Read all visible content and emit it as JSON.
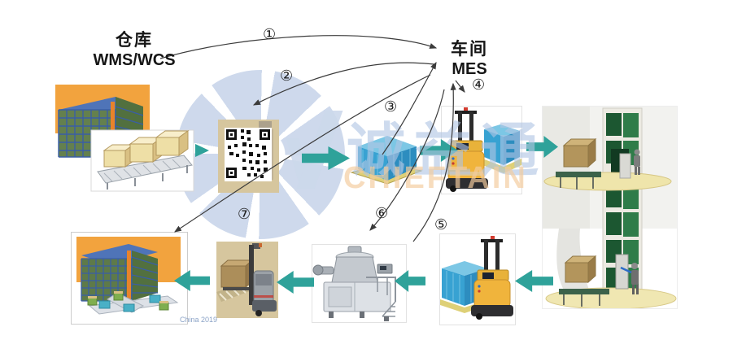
{
  "header": {
    "left": {
      "line1": "仓库",
      "line2": "WMS/WCS"
    },
    "right": {
      "line1": "车间",
      "line2": "MES"
    }
  },
  "steps": [
    {
      "id": 1,
      "label": "①"
    },
    {
      "id": 2,
      "label": "②"
    },
    {
      "id": 3,
      "label": "③"
    },
    {
      "id": 4,
      "label": "④"
    },
    {
      "id": 5,
      "label": "⑤"
    },
    {
      "id": 6,
      "label": "⑥"
    },
    {
      "id": 7,
      "label": "⑦"
    }
  ],
  "watermark": {
    "cn": "诚益通",
    "en": "CHIEFTAIN"
  },
  "footer": {
    "text": "China 2019"
  },
  "colors": {
    "teal_arrow": "#2fa29a",
    "orange_bg": "#f2a33e",
    "blue_load": "#38a2d2",
    "agv_yellow": "#f0b43c",
    "tower_green": "#1c5731",
    "watermark_blue": "#ccd8eb",
    "watermark_orange": "#f3cb9d"
  },
  "icons": [
    {
      "id": "warehouse-asrs-outbound-image"
    },
    {
      "id": "qr-code-image"
    },
    {
      "id": "wrapped-pallet-image"
    },
    {
      "id": "agv-forklift-image"
    },
    {
      "id": "vertical-lift-image"
    },
    {
      "id": "agv-forklift-return-image"
    },
    {
      "id": "granulator-machine-image"
    },
    {
      "id": "pallet-stacker-image"
    },
    {
      "id": "warehouse-asrs-inbound-image"
    },
    {
      "id": "teal-block-arrow"
    },
    {
      "id": "flow-arrow-line"
    }
  ]
}
